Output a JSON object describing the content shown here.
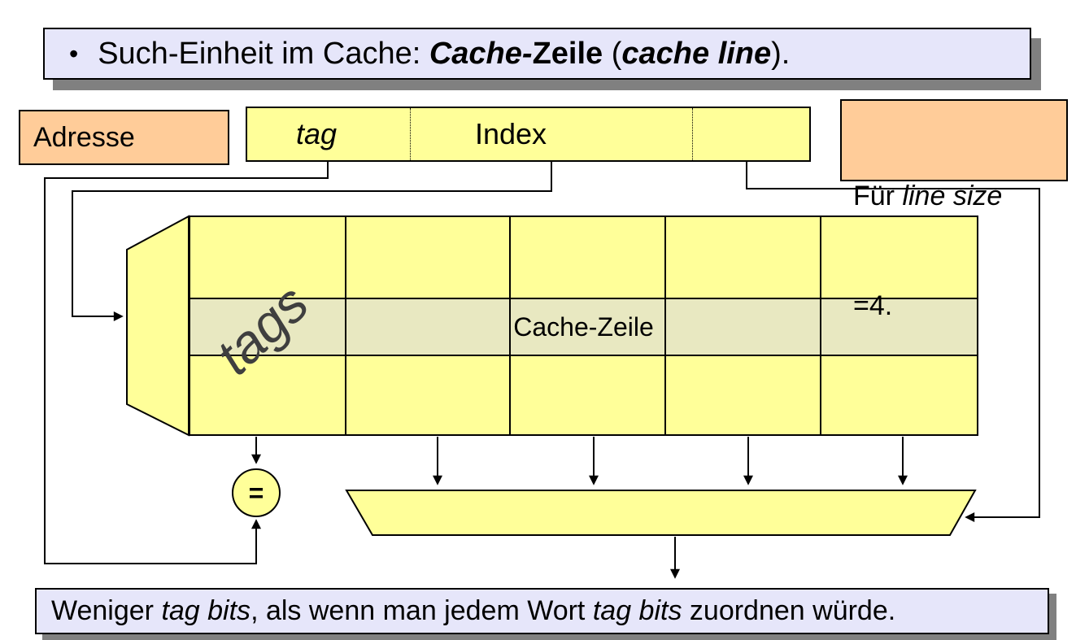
{
  "title": {
    "bullet": "•",
    "segments": [
      {
        "text": "Such-Einheit im Cache: ",
        "style": "regular"
      },
      {
        "text": "Cache-",
        "style": "bold-italic"
      },
      {
        "text": "Zeile",
        "style": "bold"
      },
      {
        "text": " (",
        "style": "regular"
      },
      {
        "text": "cache line",
        "style": "bold-italic"
      },
      {
        "text": ").",
        "style": "regular"
      }
    ]
  },
  "address": {
    "label": "Adresse",
    "fields": [
      {
        "label": "tag",
        "italic": true
      },
      {
        "label": "Index",
        "italic": false
      },
      {
        "label": "",
        "italic": false
      }
    ]
  },
  "linesize_note": {
    "line1": [
      {
        "text": "Für ",
        "style": "regular"
      },
      {
        "text": "line size",
        "style": "italic"
      }
    ],
    "line2": "=4."
  },
  "cache": {
    "tags_label": "tags",
    "row_label": "Cache-Zeile",
    "comparator_label": "=",
    "columns": 5,
    "rows": 3
  },
  "footer": {
    "segments": [
      {
        "text": "Weniger ",
        "style": "regular"
      },
      {
        "text": "tag bits",
        "style": "italic"
      },
      {
        "text": ", als wenn man jedem Wort ",
        "style": "regular"
      },
      {
        "text": "tag bits",
        "style": "italic"
      },
      {
        "text": " zuordnen würde.",
        "style": "regular"
      }
    ]
  },
  "colors": {
    "panel_lavender": "#e6e6fa",
    "callout_orange": "#ffcc99",
    "shape_yellow": "#ffff99",
    "highlight_row": "#e8e8c1",
    "shadow_gray": "#808080",
    "line_black": "#000000"
  }
}
